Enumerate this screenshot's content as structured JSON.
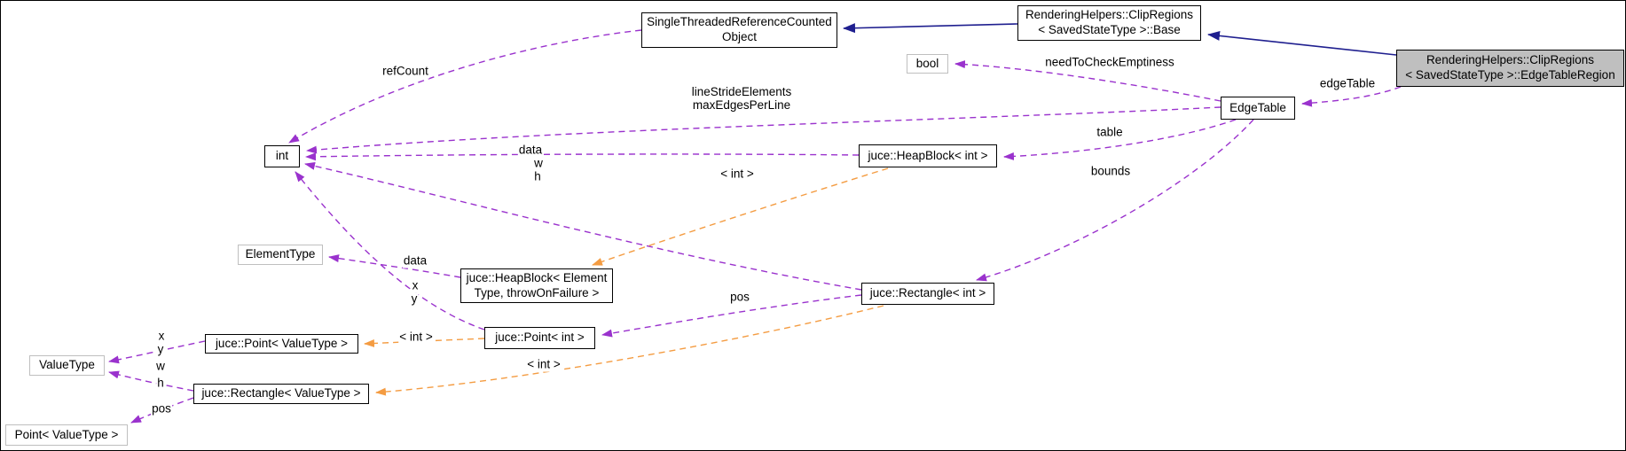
{
  "diagram_type": "doxygen-collaboration-graph",
  "colors": {
    "background": "#ffffff",
    "inheritance_arrow": "#1f1f8f",
    "usage_arrow": "#9a32cd",
    "template_arrow": "#f49c42",
    "node_border": "#000000",
    "undocumented_border": "#bfbfbf",
    "current_node_fill": "#bfbfbf"
  },
  "nodes": {
    "strco": {
      "label": "SingleThreadedReferenceCounted\nObject"
    },
    "base": {
      "label": "RenderingHelpers::ClipRegions\n< SavedStateType >::Base"
    },
    "region": {
      "label": "RenderingHelpers::ClipRegions\n< SavedStateType >::EdgeTableRegion"
    },
    "bool": {
      "label": "bool"
    },
    "edgetable": {
      "label": "EdgeTable"
    },
    "int": {
      "label": "int"
    },
    "heapblock_int": {
      "label": "juce::HeapBlock< int >"
    },
    "elementtype": {
      "label": "ElementType"
    },
    "heapblock_tpl": {
      "label": "juce::HeapBlock< Element\nType, throwOnFailure >"
    },
    "rect_int": {
      "label": "juce::Rectangle< int >"
    },
    "point_int": {
      "label": "juce::Point< int >"
    },
    "point_vt": {
      "label": "juce::Point< ValueType >"
    },
    "valuetype": {
      "label": "ValueType"
    },
    "rect_vt": {
      "label": "juce::Rectangle< ValueType >"
    },
    "point_vt_gray": {
      "label": "Point< ValueType >"
    }
  },
  "edge_labels": {
    "ref_count": "refCount",
    "line_stride": "lineStrideElements\nmaxEdgesPerLine",
    "need_to_check": "needToCheckEmptiness",
    "edge_table": "edgeTable",
    "table": "table",
    "bounds": "bounds",
    "data_top": "data",
    "w_top": "w",
    "h_top": "h",
    "tpl_int_heapblock": "< int >",
    "data_mid": "data",
    "x_mid": "x",
    "y_mid": "y",
    "pos_mid": "pos",
    "tpl_int_point": "< int >",
    "tpl_int_rect": "< int >",
    "x_bottom": "x",
    "y_bottom": "y",
    "w_bottom": "w",
    "h_bottom": "h",
    "pos_bottom": "pos"
  },
  "edges": [
    {
      "from": "RenderingHelpers::ClipRegions< SavedStateType >::EdgeTableRegion",
      "to": "RenderingHelpers::ClipRegions< SavedStateType >::Base",
      "type": "inheritance",
      "label": ""
    },
    {
      "from": "RenderingHelpers::ClipRegions< SavedStateType >::Base",
      "to": "SingleThreadedReferenceCountedObject",
      "type": "inheritance",
      "label": ""
    },
    {
      "from": "RenderingHelpers::ClipRegions< SavedStateType >::EdgeTableRegion",
      "to": "EdgeTable",
      "type": "usage",
      "label": "edgeTable"
    },
    {
      "from": "EdgeTable",
      "to": "bool",
      "type": "usage",
      "label": "needToCheckEmptiness"
    },
    {
      "from": "EdgeTable",
      "to": "int",
      "type": "usage",
      "label": "lineStrideElements\nmaxEdgesPerLine"
    },
    {
      "from": "EdgeTable",
      "to": "juce::HeapBlock< int >",
      "type": "usage",
      "label": "table"
    },
    {
      "from": "EdgeTable",
      "to": "juce::Rectangle< int >",
      "type": "usage",
      "label": "bounds"
    },
    {
      "from": "SingleThreadedReferenceCountedObject",
      "to": "int",
      "type": "usage",
      "label": "refCount"
    },
    {
      "from": "juce::HeapBlock< int >",
      "to": "int",
      "type": "usage",
      "label": "data"
    },
    {
      "from": "juce::Rectangle< int >",
      "to": "int",
      "type": "usage",
      "label": "w\nh"
    },
    {
      "from": "juce::Point< int >",
      "to": "int",
      "type": "usage",
      "label": "x\ny"
    },
    {
      "from": "juce::Rectangle< int >",
      "to": "juce::Point< int >",
      "type": "usage",
      "label": "pos"
    },
    {
      "from": "juce::HeapBlock< int >",
      "to": "juce::HeapBlock< ElementType, throwOnFailure >",
      "type": "template_instance",
      "label": "< int >"
    },
    {
      "from": "juce::HeapBlock< ElementType, throwOnFailure >",
      "to": "ElementType",
      "type": "usage",
      "label": "data"
    },
    {
      "from": "juce::Point< int >",
      "to": "juce::Point< ValueType >",
      "type": "template_instance",
      "label": "< int >"
    },
    {
      "from": "juce::Rectangle< int >",
      "to": "juce::Rectangle< ValueType >",
      "type": "template_instance",
      "label": "< int >"
    },
    {
      "from": "juce::Point< ValueType >",
      "to": "ValueType",
      "type": "usage",
      "label": "x\ny"
    },
    {
      "from": "juce::Rectangle< ValueType >",
      "to": "ValueType",
      "type": "usage",
      "label": "w\nh"
    },
    {
      "from": "juce::Rectangle< ValueType >",
      "to": "Point< ValueType >",
      "type": "usage",
      "label": "pos"
    }
  ]
}
